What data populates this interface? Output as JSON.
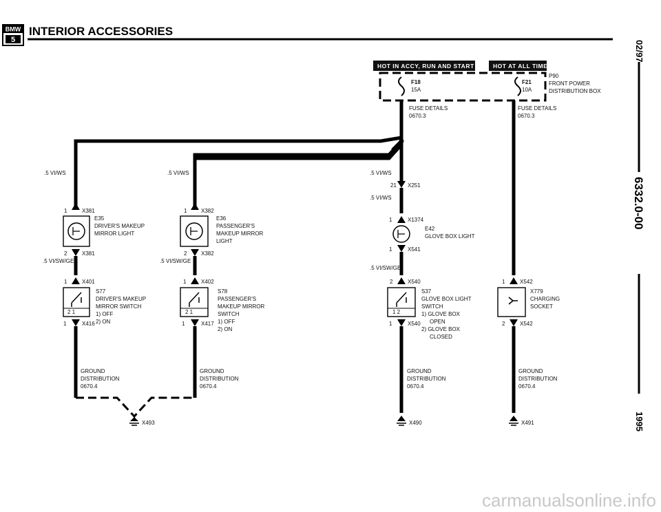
{
  "header": {
    "logo_text": "BMW",
    "logo_series": "5",
    "title": "INTERIOR ACCESSORIES"
  },
  "sidebar": {
    "date": "02/97",
    "code": "6332.0-00",
    "year": "1995"
  },
  "banners": {
    "accy": "HOT IN ACCY, RUN AND START",
    "always": "HOT AT ALL TIMES"
  },
  "power": {
    "p90": "P90",
    "p90_desc1": "FRONT POWER",
    "p90_desc2": "DISTRIBUTION BOX",
    "f18": "F18",
    "f18_amp": "15A",
    "f21": "F21",
    "f21_amp": "10A",
    "fuse_details": "FUSE DETAILS",
    "fuse_ref": "0670.3"
  },
  "wires": {
    "vi_ws": ".5 VI/WS",
    "vi_sw_ge": ".5 VI/SW/GE"
  },
  "driver": {
    "x381": "X381",
    "pin1": "1",
    "pin2": "2",
    "e35": "E35",
    "e35_l1": "DRIVER'S MAKEUP",
    "e35_l2": "MIRROR LIGHT",
    "x401": "X401",
    "s77": "S77",
    "s77_l1": "DRIVER'S MAKEUP",
    "s77_l2": "MIRROR SWITCH",
    "sw1": "1) OFF",
    "sw2": "2) ON",
    "x416": "X416",
    "sw_pins": "2  1"
  },
  "passenger": {
    "x382": "X382",
    "e36": "E36",
    "e36_l1": "PASSENGER'S",
    "e36_l2": "MAKEUP MIRROR",
    "e36_l3": "LIGHT",
    "x402": "X402",
    "s78": "S78",
    "s78_l1": "PASSENGER'S",
    "s78_l2": "MAKEUP MIRROR",
    "s78_l3": "SWITCH",
    "x417": "X417"
  },
  "glovebox": {
    "x251": "X251",
    "pin21": "21",
    "x1374": "X1374",
    "e42": "E42",
    "e42_l1": "GLOVE BOX LIGHT",
    "x541": "X541",
    "x540": "X540",
    "s37": "S37",
    "s37_l1": "GLOVE BOX LIGHT",
    "s37_l2": "SWITCH",
    "s37_s1": "1) GLOVE BOX",
    "s37_s1b": "OPEN",
    "s37_s2": "2) GLOVE BOX",
    "s37_s2b": "CLOSED",
    "sw_pins": "1    2"
  },
  "charging": {
    "x542": "X542",
    "x779": "X779",
    "x779_l1": "CHARGING",
    "x779_l2": "SOCKET"
  },
  "ground": {
    "g1": "GROUND",
    "g2": "DISTRIBUTION",
    "g3": "0670.4",
    "x493": "X493",
    "x490": "X490",
    "x491": "X491"
  },
  "watermark": "carmanualsonline.info"
}
